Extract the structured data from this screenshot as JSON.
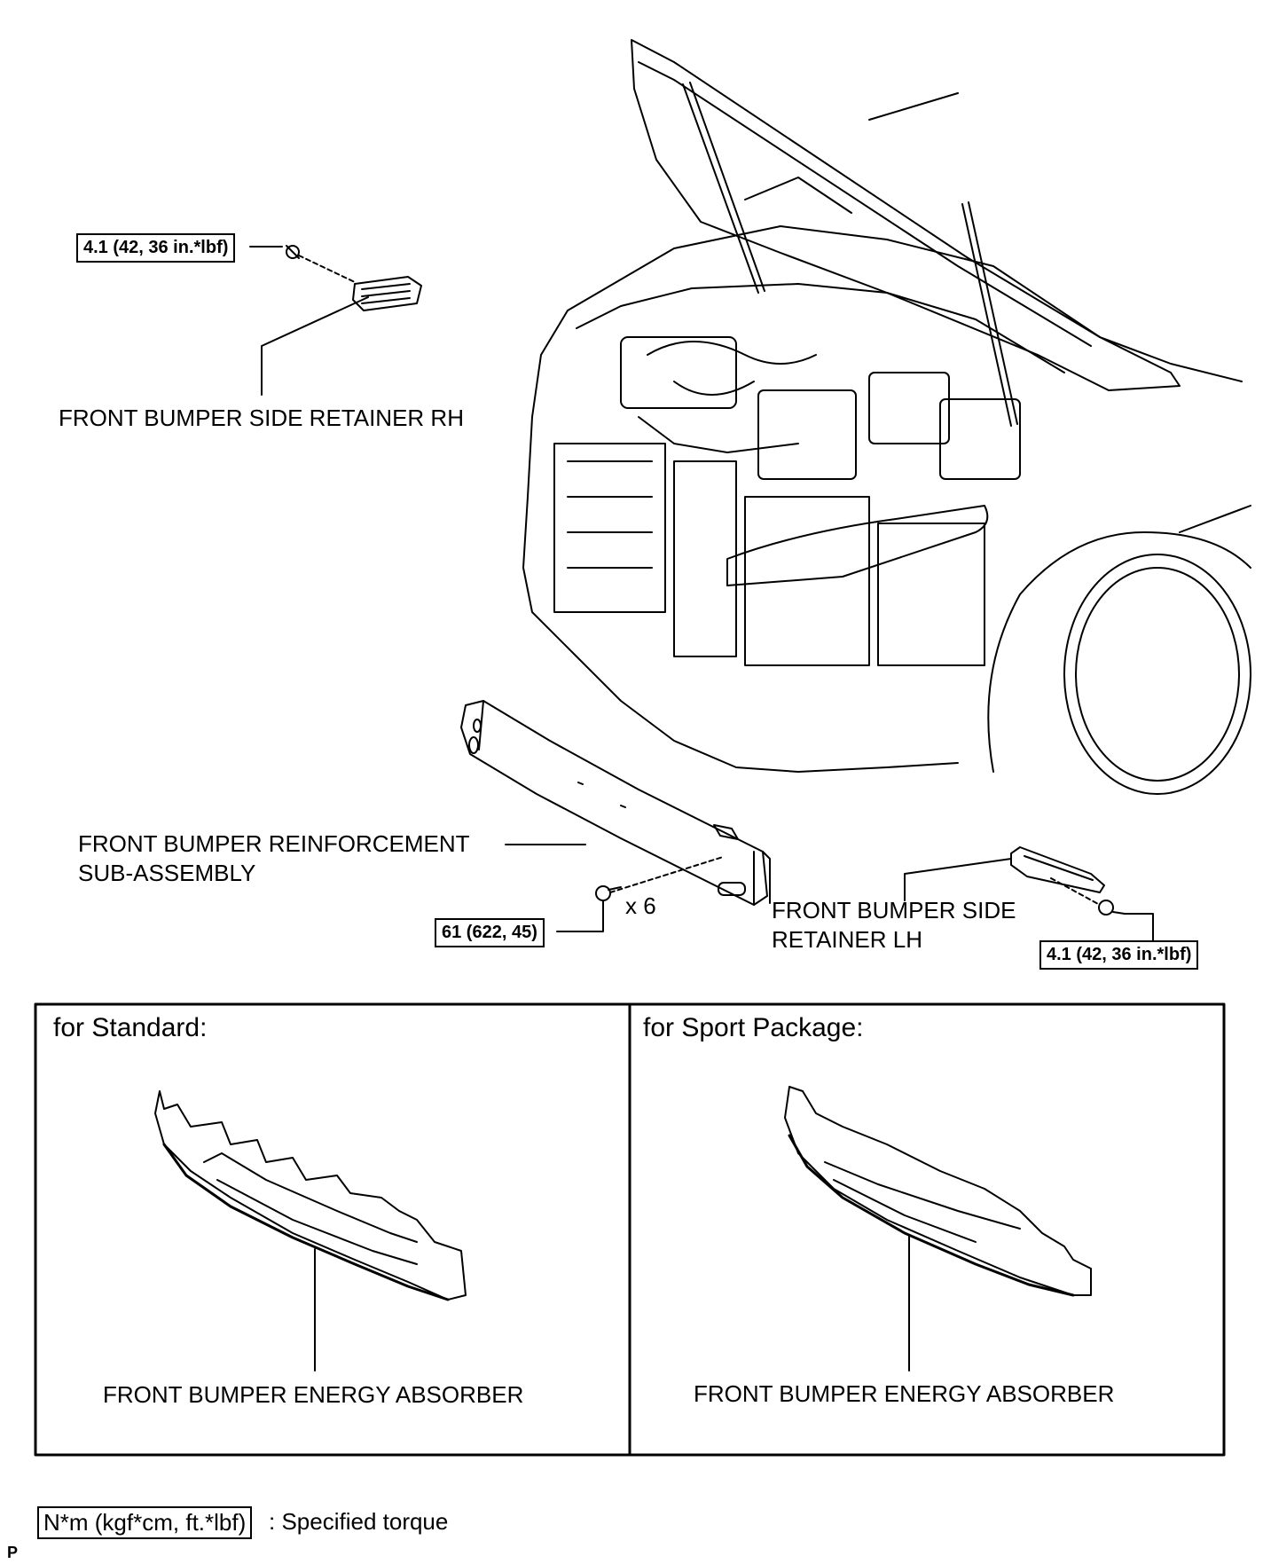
{
  "labels": {
    "retainer_rh": "FRONT BUMPER SIDE RETAINER RH",
    "reinforcement_line1": "FRONT BUMPER REINFORCEMENT",
    "reinforcement_line2": "SUB-ASSEMBLY",
    "retainer_lh_line1": "FRONT BUMPER SIDE",
    "retainer_lh_line2": "RETAINER LH",
    "qty": "x 6"
  },
  "torques": {
    "rh_retainer": "4.1 (42, 36 in.*lbf)",
    "reinforcement": "61 (622, 45)",
    "lh_retainer": "4.1 (42, 36 in.*lbf)"
  },
  "panels": {
    "standard": {
      "title": "for Standard:",
      "part": "FRONT BUMPER ENERGY ABSORBER"
    },
    "sport": {
      "title": "for Sport Package:",
      "part": "FRONT BUMPER ENERGY ABSORBER"
    }
  },
  "legend": {
    "key": "N*m (kgf*cm, ft.*lbf)",
    "text": ": Specified torque"
  },
  "corner_letter": "P"
}
